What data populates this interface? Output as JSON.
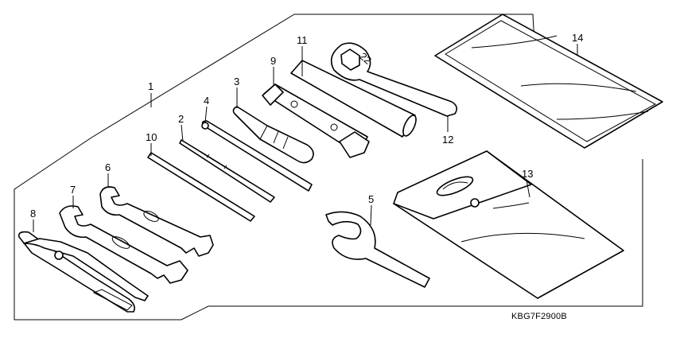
{
  "diagram_code": "KBG7F2900B",
  "parts": [
    {
      "key": "p1",
      "callout": "1"
    },
    {
      "key": "p2",
      "callout": "2"
    },
    {
      "key": "p3",
      "callout": "3"
    },
    {
      "key": "p4",
      "callout": "4"
    },
    {
      "key": "p5",
      "callout": "5"
    },
    {
      "key": "p6",
      "callout": "6"
    },
    {
      "key": "p7",
      "callout": "7"
    },
    {
      "key": "p8",
      "callout": "8"
    },
    {
      "key": "p9",
      "callout": "9"
    },
    {
      "key": "p10",
      "callout": "10"
    },
    {
      "key": "p11",
      "callout": "11"
    },
    {
      "key": "p12",
      "callout": "12"
    },
    {
      "key": "p13",
      "callout": "13"
    },
    {
      "key": "p14",
      "callout": "14"
    }
  ],
  "wrench_size_marking": "22"
}
